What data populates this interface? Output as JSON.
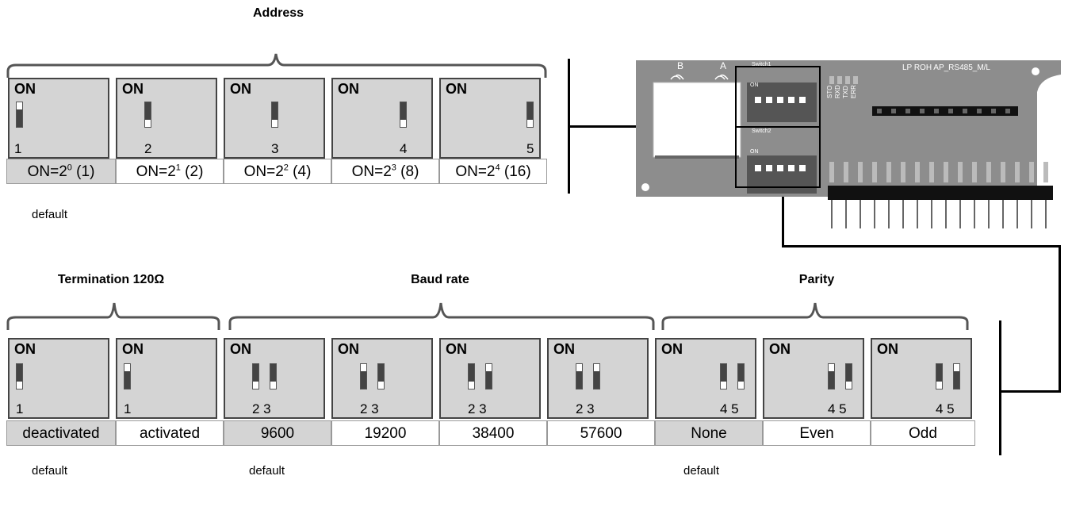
{
  "address": {
    "title": "Address",
    "switches": [
      {
        "on": "ON",
        "num": "1",
        "label_prefix": "ON=2",
        "exp": "0",
        "label_suffix": " (1)"
      },
      {
        "on": "ON",
        "num": "2",
        "label_prefix": "ON=2",
        "exp": "1",
        "label_suffix": " (2)"
      },
      {
        "on": "ON",
        "num": "3",
        "label_prefix": "ON=2",
        "exp": "2",
        "label_suffix": " (4)"
      },
      {
        "on": "ON",
        "num": "4",
        "label_prefix": "ON=2",
        "exp": "3",
        "label_suffix": " (8)"
      },
      {
        "on": "ON",
        "num": "5",
        "label_prefix": "ON=2",
        "exp": "4",
        "label_suffix": " (16)"
      }
    ],
    "note": "default"
  },
  "termination": {
    "title": "Termination 120Ω",
    "switches": [
      {
        "on": "ON",
        "num": "1",
        "label": "deactivated"
      },
      {
        "on": "ON",
        "num": "1",
        "label": "activated"
      }
    ],
    "note": "default"
  },
  "baud": {
    "title": "Baud rate",
    "switches": [
      {
        "on": "ON",
        "nums": "2 3",
        "label": "9600"
      },
      {
        "on": "ON",
        "nums": "2 3",
        "label": "19200"
      },
      {
        "on": "ON",
        "nums": "2 3",
        "label": "38400"
      },
      {
        "on": "ON",
        "nums": "2 3",
        "label": "57600"
      }
    ],
    "note": "default"
  },
  "parity": {
    "title": "Parity",
    "switches": [
      {
        "on": "ON",
        "nums": "4 5",
        "label": "None"
      },
      {
        "on": "ON",
        "nums": "4 5",
        "label": "Even"
      },
      {
        "on": "ON",
        "nums": "4 5",
        "label": "Odd"
      }
    ],
    "note": "default"
  },
  "board": {
    "label_b": "B",
    "label_a": "A",
    "switch1": "Switch1",
    "switch2": "Switch2",
    "name": "LP ROH AP_RS485_M/L",
    "leds": [
      "STO",
      "RXD",
      "TXD",
      "ERR"
    ],
    "on": "ON"
  }
}
